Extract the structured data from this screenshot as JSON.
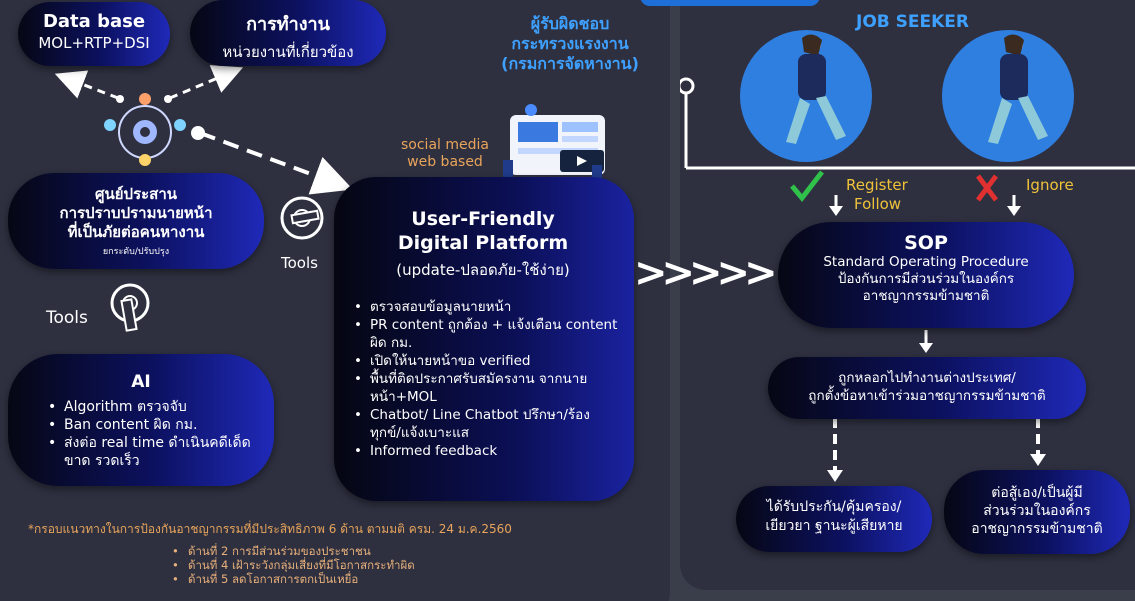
{
  "colors": {
    "background": "#3a3d4a",
    "panel": "#2e3040",
    "accent_blue": "#3ea0ff",
    "accent_orange": "#e8a45a",
    "check_green": "#2fc14a",
    "cross_red": "#e0302f",
    "label_yellow": "#f0c23a"
  },
  "left": {
    "database": {
      "title": "Data base",
      "subtitle": "MOL+RTP+DSI"
    },
    "operations": {
      "title": "การทำงาน",
      "subtitle": "หน่วยงานที่เกี่ยวข้อง"
    },
    "center": {
      "title_lines": [
        "ศูนย์ประสาน",
        "การปราบปรามนายหน้า",
        "ที่เป็นภัยต่อคนหางาน"
      ],
      "subtitle": "ยกระดับ/ปรับปรุง"
    },
    "tools_label": "Tools",
    "tools_label_2": "Tools",
    "ai": {
      "title": "AI",
      "items": [
        "Algorithm ตรวจจับ",
        "Ban content ผิด กม.",
        "ส่งต่อ real time ดำเนินคดีเด็ดขาด รวดเร็ว"
      ]
    },
    "responsible": {
      "lines": [
        "ผู้รับผิดชอบ",
        "กระทรวงแรงงาน",
        "(กรมการจัดหางาน)"
      ]
    },
    "social": {
      "lines": [
        "social media",
        "web based"
      ]
    },
    "platform": {
      "title_lines": [
        "User-Friendly",
        "Digital Platform"
      ],
      "subtitle": "(update-ปลอดภัย-ใช้ง่าย)",
      "items": [
        "ตรวจสอบข้อมูลนายหน้า",
        "PR content ถูกต้อง + แจ้งเตือน content ผิด กม.",
        "เปิดให้นายหน้าขอ verified",
        "พื้นที่ติดประกาศรับสมัครงาน จากนายหน้า+MOL",
        "Chatbot/ Line Chatbot ปรึกษา/ร้องทุกข์/แจ้งเบาะแส",
        "Informed feedback"
      ]
    },
    "footnote": {
      "heading": "*กรอบแนวทางในการป้องกันอาชญากรรมที่มีประสิทธิภาพ 6 ด้าน ตามมติ ครม. 24 ม.ค.2560",
      "items": [
        "ด้านที่ 2 การมีส่วนร่วมของประชาชน",
        "ด้านที่ 4 เฝ้าระวังกลุ่มเสี่ยงที่มีโอกาสกระทำผิด",
        "ด้านที่ 5 ลดโอกาสการตกเป็นเหยื่อ"
      ]
    }
  },
  "chevrons": ">>>>>",
  "right": {
    "job_seeker": "JOB SEEKER",
    "register": [
      "Register",
      "Follow"
    ],
    "ignore": "Ignore",
    "check_icon": "check-mark",
    "cross_icon": "cross-mark",
    "sop": {
      "title": "SOP",
      "lines": [
        "Standard Operating Procedure",
        "ป้องกันการมีส่วนร่วมในองค์กร",
        "อาชญากรรมข้ามชาติ"
      ]
    },
    "deceived": {
      "lines": [
        "ถูกหลอกไปทำงานต่างประเทศ/",
        "ถูกตั้งข้อหาเข้าร่วมอาชญากรรมข้ามชาติ"
      ]
    },
    "protected": {
      "lines": [
        "ได้รับประกัน/คุ้มครอง/",
        "เยียวยา ฐานะผู้เสียหาย"
      ]
    },
    "fight": {
      "lines": [
        "ต่อสู้เอง/เป็นผู้มี",
        "ส่วนร่วมในองค์กร",
        "อาชญากรรมข้ามชาติ"
      ]
    }
  }
}
